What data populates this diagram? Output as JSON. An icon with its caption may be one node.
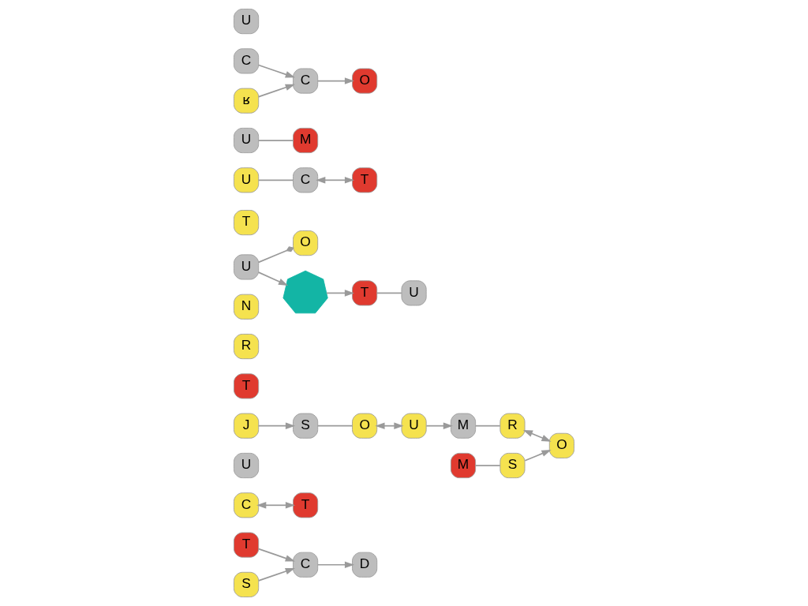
{
  "diagram": {
    "nodes": [
      {
        "text": [
          "T"
        ]
      },
      {
        "text": [
          "T"
        ]
      },
      {
        "text": [
          "U"
        ]
      },
      {
        "text": [
          "S"
        ]
      },
      {
        "text": [
          "C"
        ]
      },
      {
        "text": [
          "J"
        ]
      },
      {
        "text": [
          "S"
        ]
      },
      {
        "text": [
          "O"
        ]
      },
      {
        "text": [
          "D"
        ]
      },
      {
        "text": [
          "T"
        ]
      },
      {
        "text": [
          "C"
        ]
      },
      {
        "text": [
          "R"
        ]
      },
      {
        "text": [
          "N"
        ]
      },
      {
        "text": [
          "U"
        ]
      },
      {
        "text": [
          "T"
        ]
      },
      {
        "text": [
          "U"
        ]
      },
      {
        "text": [
          "C"
        ]
      },
      {
        "text": [
          "O"
        ]
      },
      {
        "text": [],
        "shape": "picture"
      },
      {
        "text": [
          "U"
        ]
      },
      {
        "text": [
          "T"
        ]
      },
      {
        "text": [
          "U"
        ]
      },
      {
        "text": [
          "M"
        ]
      },
      {
        "text": [
          "U"
        ]
      },
      {
        "text": [
          "M"
        ]
      },
      {
        "text": [
          "R"
        ]
      },
      {
        "text": [
          "C"
        ]
      },
      {
        "text": [
          "T"
        ]
      },
      {
        "text": [
          "U"
        ]
      },
      {
        "text": [
          "ʁ"
        ]
      },
      {
        "text": [
          "C"
        ]
      },
      {
        "text": [
          "M"
        ]
      },
      {
        "text": [
          "S"
        ]
      },
      {
        "text": [
          "O"
        ]
      },
      {
        "text": [
          "O"
        ]
      }
    ],
    "edges": [
      {
        "from": 3,
        "to": 4,
        "arrow": "to"
      },
      {
        "from": 0,
        "to": 4,
        "arrow": "to"
      },
      {
        "from": 4,
        "to": 8,
        "arrow": "to"
      },
      {
        "from": 5,
        "to": 6,
        "arrow": "to"
      },
      {
        "from": 6,
        "to": 7,
        "arrow": "none"
      },
      {
        "from": 10,
        "to": 1,
        "arrow": "both"
      },
      {
        "from": 7,
        "to": 19,
        "arrow": "both"
      },
      {
        "from": 13,
        "to": 17,
        "arrow": "other"
      },
      {
        "from": 15,
        "to": 16,
        "arrow": "none"
      },
      {
        "from": 13,
        "to": 18,
        "arrow": "to"
      },
      {
        "from": 18,
        "to": 20,
        "arrow": "to"
      },
      {
        "from": 19,
        "to": 22,
        "arrow": "to"
      },
      {
        "from": 20,
        "to": 21,
        "arrow": "none"
      },
      {
        "from": 23,
        "to": 24,
        "arrow": "none"
      },
      {
        "from": 22,
        "to": 25,
        "arrow": "none"
      },
      {
        "from": 16,
        "to": 27,
        "arrow": "both"
      },
      {
        "from": 25,
        "to": 33,
        "arrow": "both"
      },
      {
        "from": 26,
        "to": 30,
        "arrow": "to"
      },
      {
        "from": 29,
        "to": 30,
        "arrow": "to"
      },
      {
        "from": 30,
        "to": 34,
        "arrow": "to"
      },
      {
        "from": 31,
        "to": 32,
        "arrow": "none"
      },
      {
        "from": 32,
        "to": 33,
        "arrow": "to"
      }
    ]
  }
}
